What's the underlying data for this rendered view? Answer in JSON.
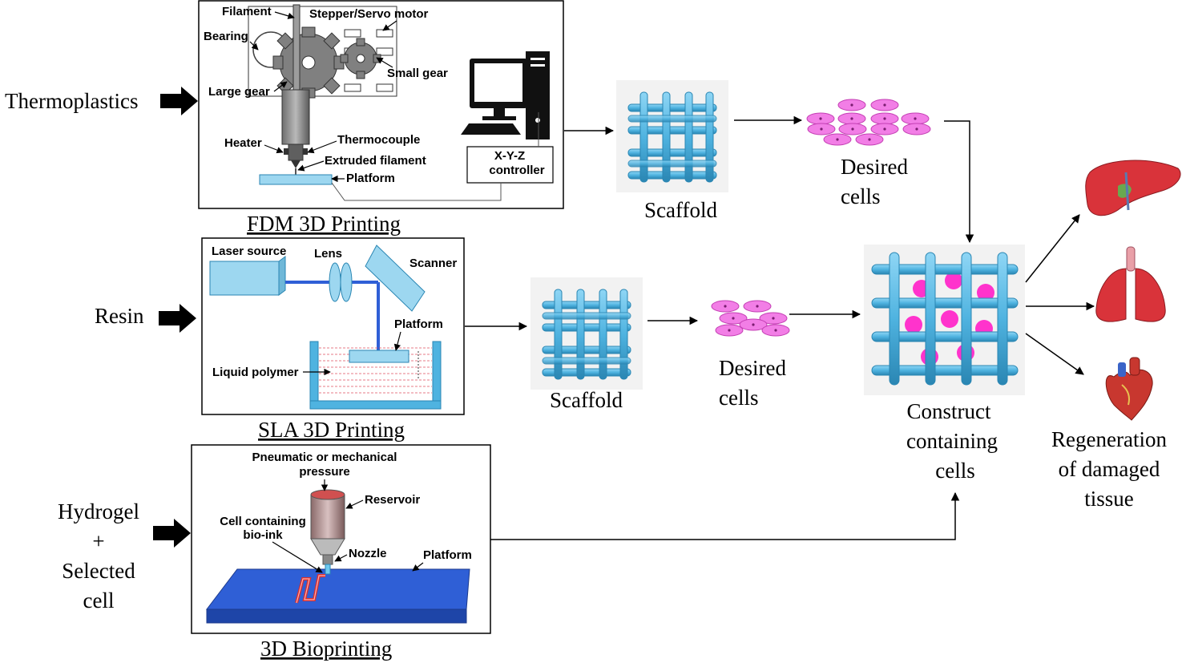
{
  "inputs": {
    "thermoplastics": "Thermoplastics",
    "resin": "Resin",
    "hydrogel": "Hydrogel",
    "plus": "+",
    "selected": "Selected",
    "cell": "cell"
  },
  "fdm": {
    "caption": "FDM 3D Printing",
    "filament": "Filament",
    "stepper": "Stepper/Servo motor",
    "bearing": "Bearing",
    "small_gear": "Small gear",
    "large_gear": "Large gear",
    "thermocouple": "Thermocouple",
    "heater": "Heater",
    "extruded": "Extruded filament",
    "platform": "Platform",
    "controller_line1": "X-Y-Z",
    "controller_line2": "controller"
  },
  "sla": {
    "caption": "SLA 3D Printing",
    "laser": "Laser source",
    "lens": "Lens",
    "scanner": "Scanner",
    "platform": "Platform",
    "liquid": "Liquid polymer"
  },
  "bio": {
    "caption": "3D Bioprinting",
    "pressure1": "Pneumatic or mechanical",
    "pressure2": "pressure",
    "reservoir": "Reservoir",
    "bioink1": "Cell containing",
    "bioink2": "bio-ink",
    "nozzle": "Nozzle",
    "platform": "Platform"
  },
  "flow": {
    "scaffold_top": "Scaffold",
    "cells_top_1": "Desired",
    "cells_top_2": "cells",
    "scaffold_mid": "Scaffold",
    "cells_mid_1": "Desired",
    "cells_mid_2": "cells",
    "construct_1": "Construct",
    "construct_2": "containing",
    "construct_3": "cells",
    "regen_1": "Regeneration",
    "regen_2": "of damaged",
    "regen_3": "tissue"
  },
  "colors": {
    "scaffold": "#4fb3e0",
    "cells": "#f27ee6",
    "organ": "#d9333a",
    "platform_blue": "#2f5fd6",
    "device_blue": "#9dd7f0"
  }
}
